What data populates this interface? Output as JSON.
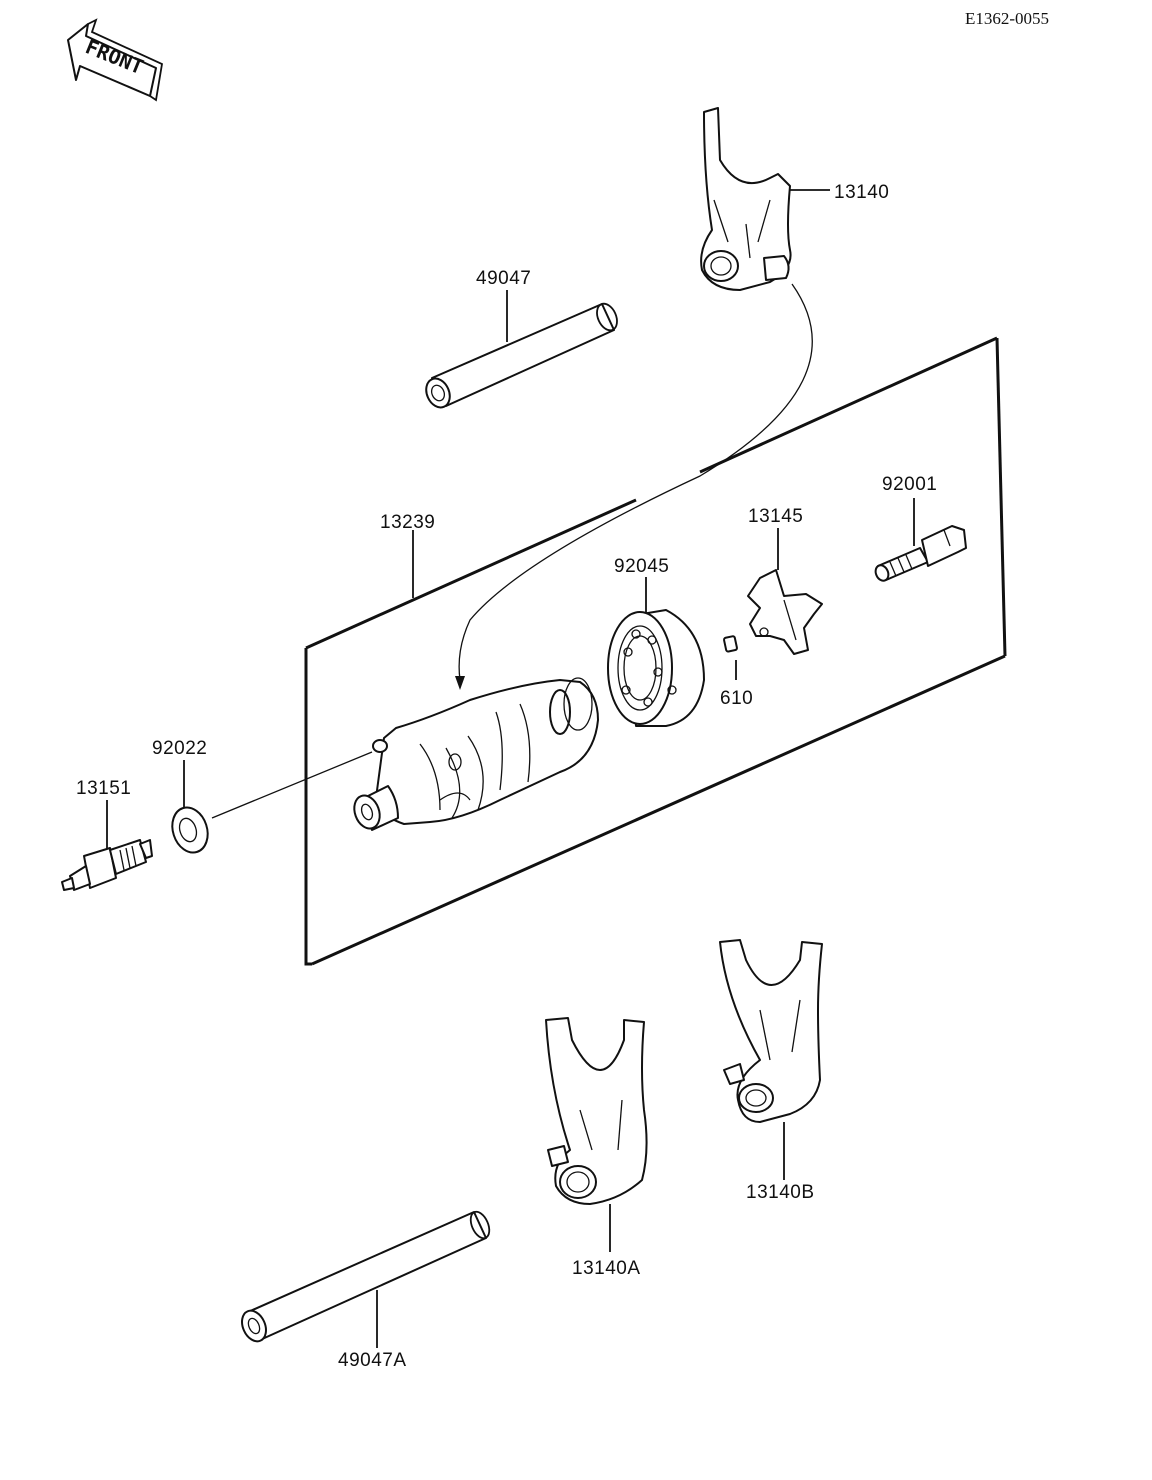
{
  "drawing_code": "E1362-0055",
  "front_label": "FRONT",
  "parts": [
    {
      "id": "p13140",
      "number": "13140"
    },
    {
      "id": "p49047",
      "number": "49047"
    },
    {
      "id": "p13239",
      "number": "13239"
    },
    {
      "id": "p92045",
      "number": "92045"
    },
    {
      "id": "p13145",
      "number": "13145"
    },
    {
      "id": "p92001",
      "number": "92001"
    },
    {
      "id": "p610",
      "number": "610"
    },
    {
      "id": "p92022",
      "number": "92022"
    },
    {
      "id": "p13151",
      "number": "13151"
    },
    {
      "id": "p13140B",
      "number": "13140B"
    },
    {
      "id": "p13140A",
      "number": "13140A"
    },
    {
      "id": "p49047A",
      "number": "49047A"
    }
  ]
}
